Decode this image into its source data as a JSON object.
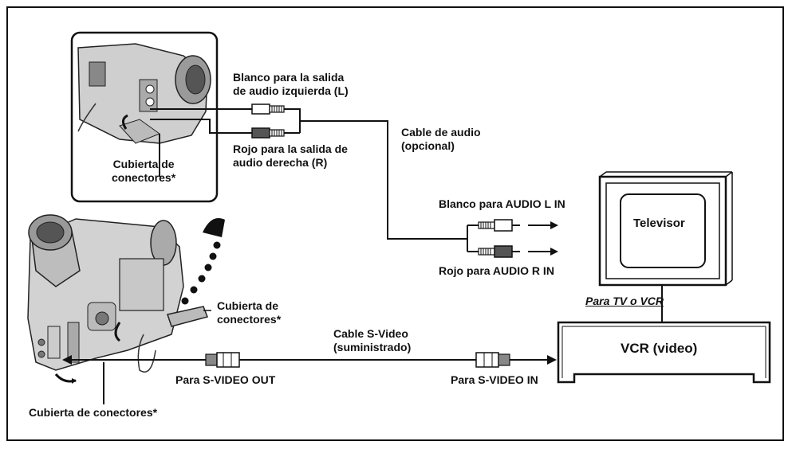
{
  "labels": {
    "white_left_1": "Blanco para la salida",
    "white_left_2": "de audio izquierda (L)",
    "red_right_1": "Rojo para la salida de",
    "red_right_2": "audio derecha (R)",
    "audio_cable_1": "Cable de audio",
    "audio_cable_2": "(opcional)",
    "cover_inset_1": "Cubierta de",
    "cover_inset_2": "conectores*",
    "white_audio_in": "Blanco para AUDIO L IN",
    "red_audio_in": "Rojo para AUDIO R IN",
    "cover_mid_1": "Cubierta de",
    "cover_mid_2": "conectores*",
    "svideo_cable_1": "Cable S-Video",
    "svideo_cable_2": "(suministrado)",
    "svideo_out": "Para S-VIDEO OUT",
    "svideo_in": "Para S-VIDEO IN",
    "cover_bottom": "Cubierta de conectores*",
    "tv_or_vcr": "Para TV o VCR"
  },
  "devices": {
    "tv": "Televisor",
    "vcr": "VCR (video)"
  }
}
